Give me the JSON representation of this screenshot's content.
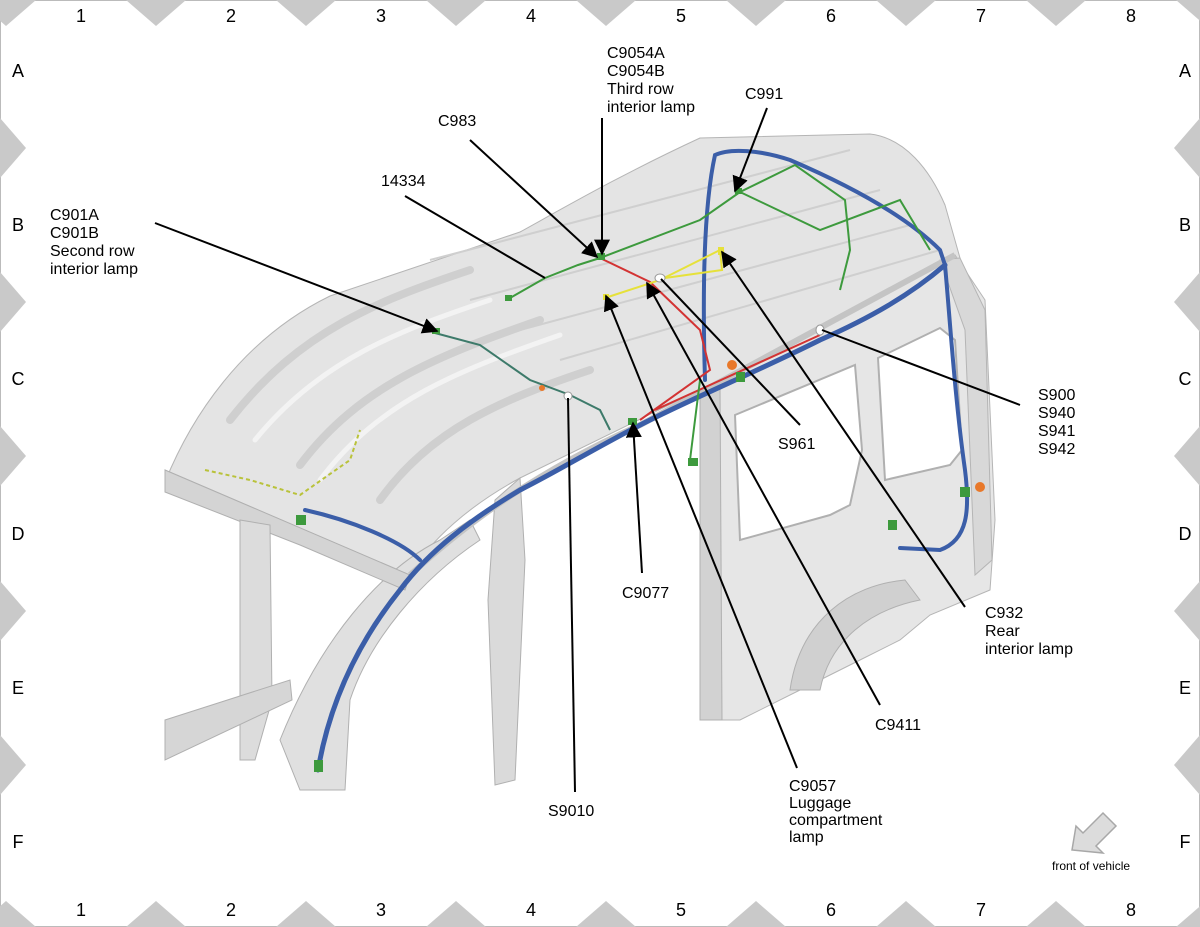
{
  "grid": {
    "columns": [
      "1",
      "2",
      "3",
      "4",
      "5",
      "6",
      "7",
      "8"
    ],
    "rows": [
      "A",
      "B",
      "C",
      "D",
      "E",
      "F"
    ]
  },
  "callouts": {
    "c9054": [
      "C9054A",
      "C9054B",
      "Third row",
      "interior lamp"
    ],
    "c991": [
      "C991"
    ],
    "c983": [
      "C983"
    ],
    "n14334": [
      "14334"
    ],
    "c901": [
      "C901A",
      "C901B",
      "Second row",
      "interior lamp"
    ],
    "s900": [
      "S900",
      "S940",
      "S941",
      "S942"
    ],
    "s961": [
      "S961"
    ],
    "c9077": [
      "C9077"
    ],
    "c932": [
      "C932",
      "Rear",
      "interior lamp"
    ],
    "c9411": [
      "C9411"
    ],
    "s9010": [
      "S9010"
    ],
    "c9057": [
      "C9057",
      "Luggage",
      "compartment",
      "lamp"
    ]
  },
  "orientation_note": "front of vehicle",
  "colors": {
    "frame": "#c9c9c9",
    "body_light": "#e8e8e8",
    "body_mid": "#d2d2d2",
    "body_shadow": "#bdbdbd",
    "harness_blue": "#3b5ea8",
    "wire_green": "#3d9a3d",
    "wire_red": "#d33333",
    "wire_yellow": "#e6e13a",
    "connector_orange": "#e8782a"
  }
}
